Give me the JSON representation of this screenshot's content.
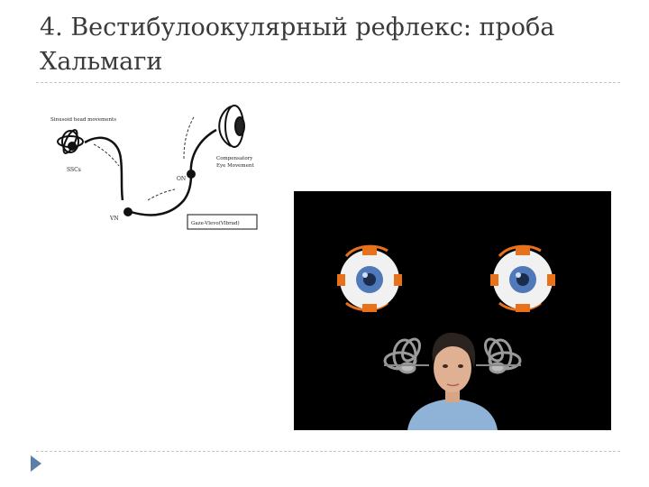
{
  "slide": {
    "title": "4. Вестибулоокулярный рефлекс: проба Хальмаги"
  },
  "diagram": {
    "label_head_movements": "Sinusoid head movements",
    "label_sscs": "SSCs",
    "label_vn": "VN",
    "label_on": "ON",
    "label_compensatory": "Compensatory",
    "label_eye_movement": "Eye Movement",
    "label_gaze": "Gaze-Vlevo(Vlbrad)"
  },
  "colors": {
    "title": "#3a3a3a",
    "rule": "#c4c4c4",
    "bullet": "#5b7fa6",
    "eye_muscle": "#e8711c",
    "iris": "#4f79b8"
  }
}
